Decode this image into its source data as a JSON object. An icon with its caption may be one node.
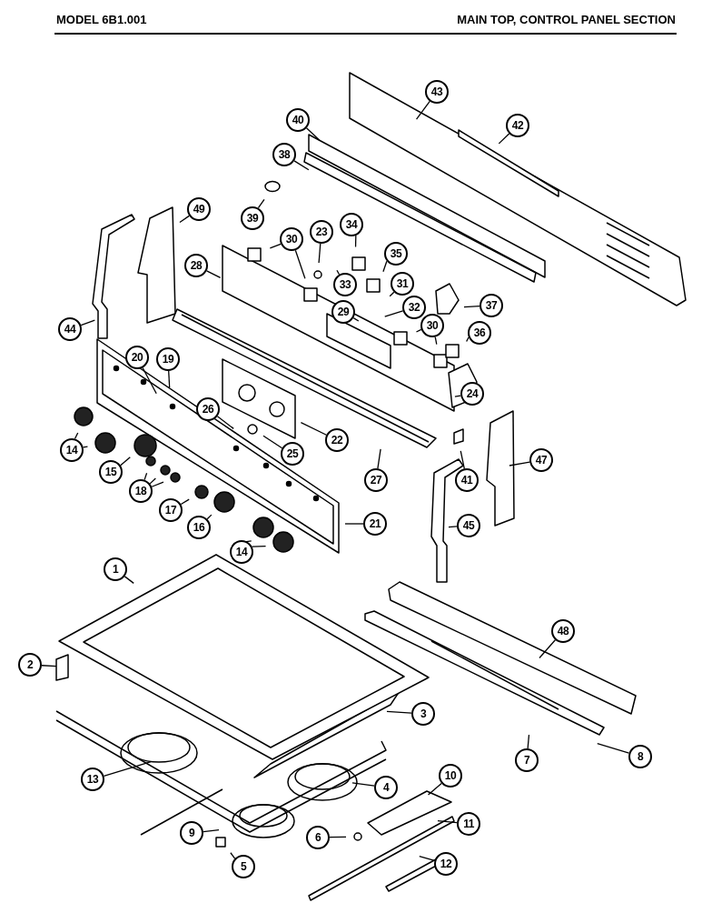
{
  "diagram": {
    "nodes": [
      {
        "text": [
          "43"
        ]
      },
      {
        "text": [
          "42"
        ]
      },
      {
        "text": [
          "40"
        ]
      },
      {
        "text": [
          "38"
        ]
      },
      {
        "text": [
          "39"
        ]
      },
      {
        "text": [
          "49"
        ]
      },
      {
        "text": [
          "23"
        ]
      },
      {
        "text": [
          "34"
        ]
      },
      {
        "text": [
          "30"
        ]
      },
      {
        "text": [
          "35"
        ]
      },
      {
        "text": [
          "28"
        ]
      },
      {
        "text": [
          "33"
        ]
      },
      {
        "text": [
          "31"
        ]
      },
      {
        "text": [
          "37"
        ]
      },
      {
        "text": [
          "32"
        ]
      },
      {
        "text": [
          "29"
        ]
      },
      {
        "text": [
          "30"
        ]
      },
      {
        "text": [
          "36"
        ]
      },
      {
        "text": [
          "44"
        ]
      },
      {
        "text": [
          "20"
        ]
      },
      {
        "text": [
          "19"
        ]
      },
      {
        "text": [
          "24"
        ]
      },
      {
        "text": [
          "26"
        ]
      },
      {
        "text": [
          "22"
        ]
      },
      {
        "text": [
          "14"
        ]
      },
      {
        "text": [
          "25"
        ]
      },
      {
        "text": [
          "15"
        ]
      },
      {
        "text": [
          "27"
        ]
      },
      {
        "text": [
          "41"
        ]
      },
      {
        "text": [
          "47"
        ]
      },
      {
        "text": [
          "18"
        ]
      },
      {
        "text": [
          "17"
        ]
      },
      {
        "text": [
          "16"
        ]
      },
      {
        "text": [
          "21"
        ]
      },
      {
        "text": [
          "14"
        ]
      },
      {
        "text": [
          "45"
        ]
      },
      {
        "text": [
          "1"
        ]
      },
      {
        "text": [
          "48"
        ]
      },
      {
        "text": [
          "2"
        ]
      },
      {
        "text": [
          "3"
        ]
      },
      {
        "text": [
          "7"
        ]
      },
      {
        "text": [
          "8"
        ]
      },
      {
        "text": [
          "13"
        ]
      },
      {
        "text": [
          "4"
        ]
      },
      {
        "text": [
          "10"
        ]
      },
      {
        "text": [
          "11"
        ]
      },
      {
        "text": [
          "9"
        ]
      },
      {
        "text": [
          "6"
        ]
      },
      {
        "text": [
          "12"
        ]
      },
      {
        "text": [
          "5"
        ]
      }
    ],
    "edges": [
      {
        "from": 0,
        "to": null,
        "arrow": "none"
      },
      {
        "from": 1,
        "to": null,
        "arrow": "none"
      },
      {
        "from": 2,
        "to": null,
        "arrow": "none"
      },
      {
        "from": 3,
        "to": null,
        "arrow": "none"
      },
      {
        "from": 4,
        "to": null,
        "arrow": "none"
      },
      {
        "from": 5,
        "to": null,
        "arrow": "none"
      },
      {
        "from": 6,
        "to": null,
        "arrow": "none"
      },
      {
        "from": 7,
        "to": null,
        "arrow": "none"
      },
      {
        "from": 8,
        "to": null,
        "arrow": "none"
      },
      {
        "from": 8,
        "to": null,
        "arrow": "none"
      },
      {
        "from": 9,
        "to": null,
        "arrow": "none"
      },
      {
        "from": 10,
        "to": null,
        "arrow": "none"
      },
      {
        "from": 11,
        "to": null,
        "arrow": "none"
      },
      {
        "from": 12,
        "to": null,
        "arrow": "none"
      },
      {
        "from": 13,
        "to": null,
        "arrow": "none"
      },
      {
        "from": 14,
        "to": null,
        "arrow": "none"
      },
      {
        "from": 15,
        "to": null,
        "arrow": "none"
      },
      {
        "from": 16,
        "to": null,
        "arrow": "none"
      },
      {
        "from": 16,
        "to": null,
        "arrow": "none"
      },
      {
        "from": 17,
        "to": null,
        "arrow": "none"
      },
      {
        "from": 18,
        "to": null,
        "arrow": "none"
      },
      {
        "from": 19,
        "to": null,
        "arrow": "none"
      },
      {
        "from": 20,
        "to": null,
        "arrow": "none"
      },
      {
        "from": 21,
        "to": null,
        "arrow": "none"
      },
      {
        "from": 22,
        "to": null,
        "arrow": "none"
      },
      {
        "from": 23,
        "to": null,
        "arrow": "none"
      },
      {
        "from": 24,
        "to": null,
        "arrow": "none"
      },
      {
        "from": 24,
        "to": null,
        "arrow": "none"
      },
      {
        "from": 25,
        "to": null,
        "arrow": "none"
      },
      {
        "from": 26,
        "to": null,
        "arrow": "none"
      },
      {
        "from": 27,
        "to": null,
        "arrow": "none"
      },
      {
        "from": 28,
        "to": null,
        "arrow": "none"
      },
      {
        "from": 29,
        "to": null,
        "arrow": "none"
      },
      {
        "from": 30,
        "to": null,
        "arrow": "none"
      },
      {
        "from": 30,
        "to": null,
        "arrow": "none"
      },
      {
        "from": 30,
        "to": null,
        "arrow": "none"
      },
      {
        "from": 31,
        "to": null,
        "arrow": "none"
      },
      {
        "from": 32,
        "to": null,
        "arrow": "none"
      },
      {
        "from": 33,
        "to": null,
        "arrow": "none"
      },
      {
        "from": 34,
        "to": null,
        "arrow": "none"
      },
      {
        "from": 34,
        "to": null,
        "arrow": "none"
      },
      {
        "from": 35,
        "to": null,
        "arrow": "none"
      },
      {
        "from": 36,
        "to": null,
        "arrow": "none"
      },
      {
        "from": 37,
        "to": null,
        "arrow": "none"
      },
      {
        "from": 38,
        "to": null,
        "arrow": "none"
      },
      {
        "from": 39,
        "to": null,
        "arrow": "none"
      },
      {
        "from": 40,
        "to": null,
        "arrow": "none"
      },
      {
        "from": 41,
        "to": null,
        "arrow": "none"
      },
      {
        "from": 42,
        "to": null,
        "arrow": "none"
      },
      {
        "from": 43,
        "to": null,
        "arrow": "none"
      },
      {
        "from": 44,
        "to": null,
        "arrow": "none"
      },
      {
        "from": 45,
        "to": null,
        "arrow": "none"
      },
      {
        "from": 46,
        "to": null,
        "arrow": "none"
      },
      {
        "from": 47,
        "to": null,
        "arrow": "none"
      },
      {
        "from": 48,
        "to": null,
        "arrow": "none"
      },
      {
        "from": 49,
        "to": null,
        "arrow": "none"
      }
    ],
    "labels": [
      "MODEL 6B1.001",
      "MAIN TOP, CONTROL PANEL SECTION"
    ]
  }
}
